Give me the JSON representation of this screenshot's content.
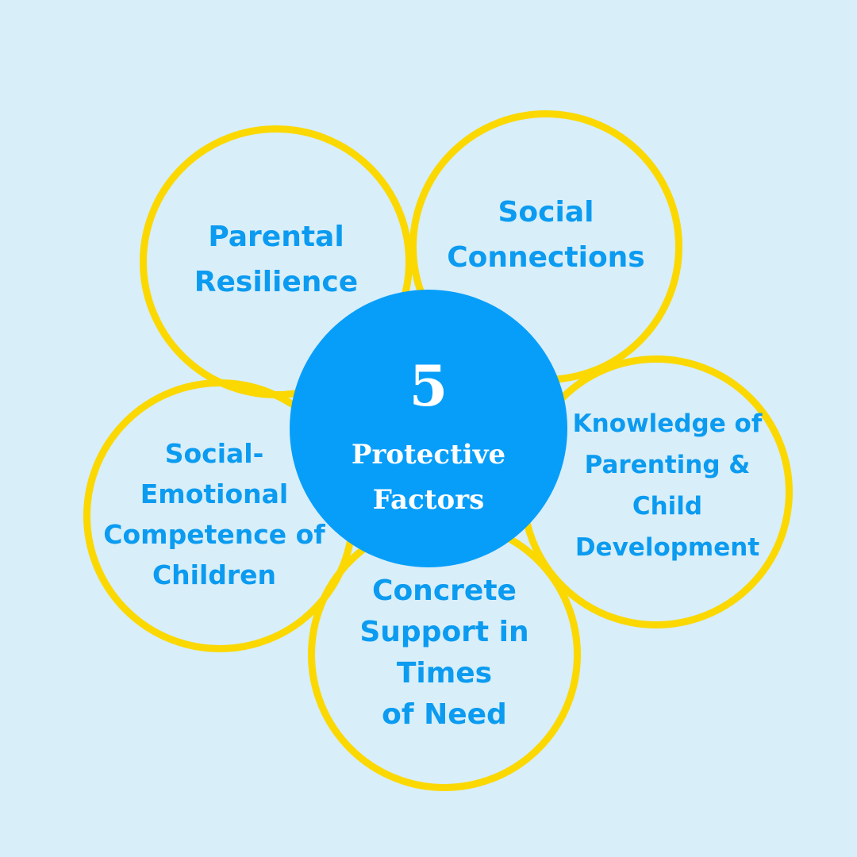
{
  "diagram": {
    "hub": {
      "number": "5",
      "title": "Protective\nFactors"
    },
    "factors": [
      {
        "label": "Parental\nResilience"
      },
      {
        "label": "Social\nConnections"
      },
      {
        "label": "Knowledge of\nParenting & Child\nDevelopment"
      },
      {
        "label": "Concrete\nSupport in Times\nof Need"
      },
      {
        "label": "Social-\nEmotional\nCompetence of\nChildren"
      }
    ]
  },
  "colors": {
    "background": "#d8eef9",
    "ring_border": "#fbd800",
    "ring_text": "#0b9bf0",
    "hub_fill": "#079ef9",
    "hub_text": "#ffffff"
  }
}
